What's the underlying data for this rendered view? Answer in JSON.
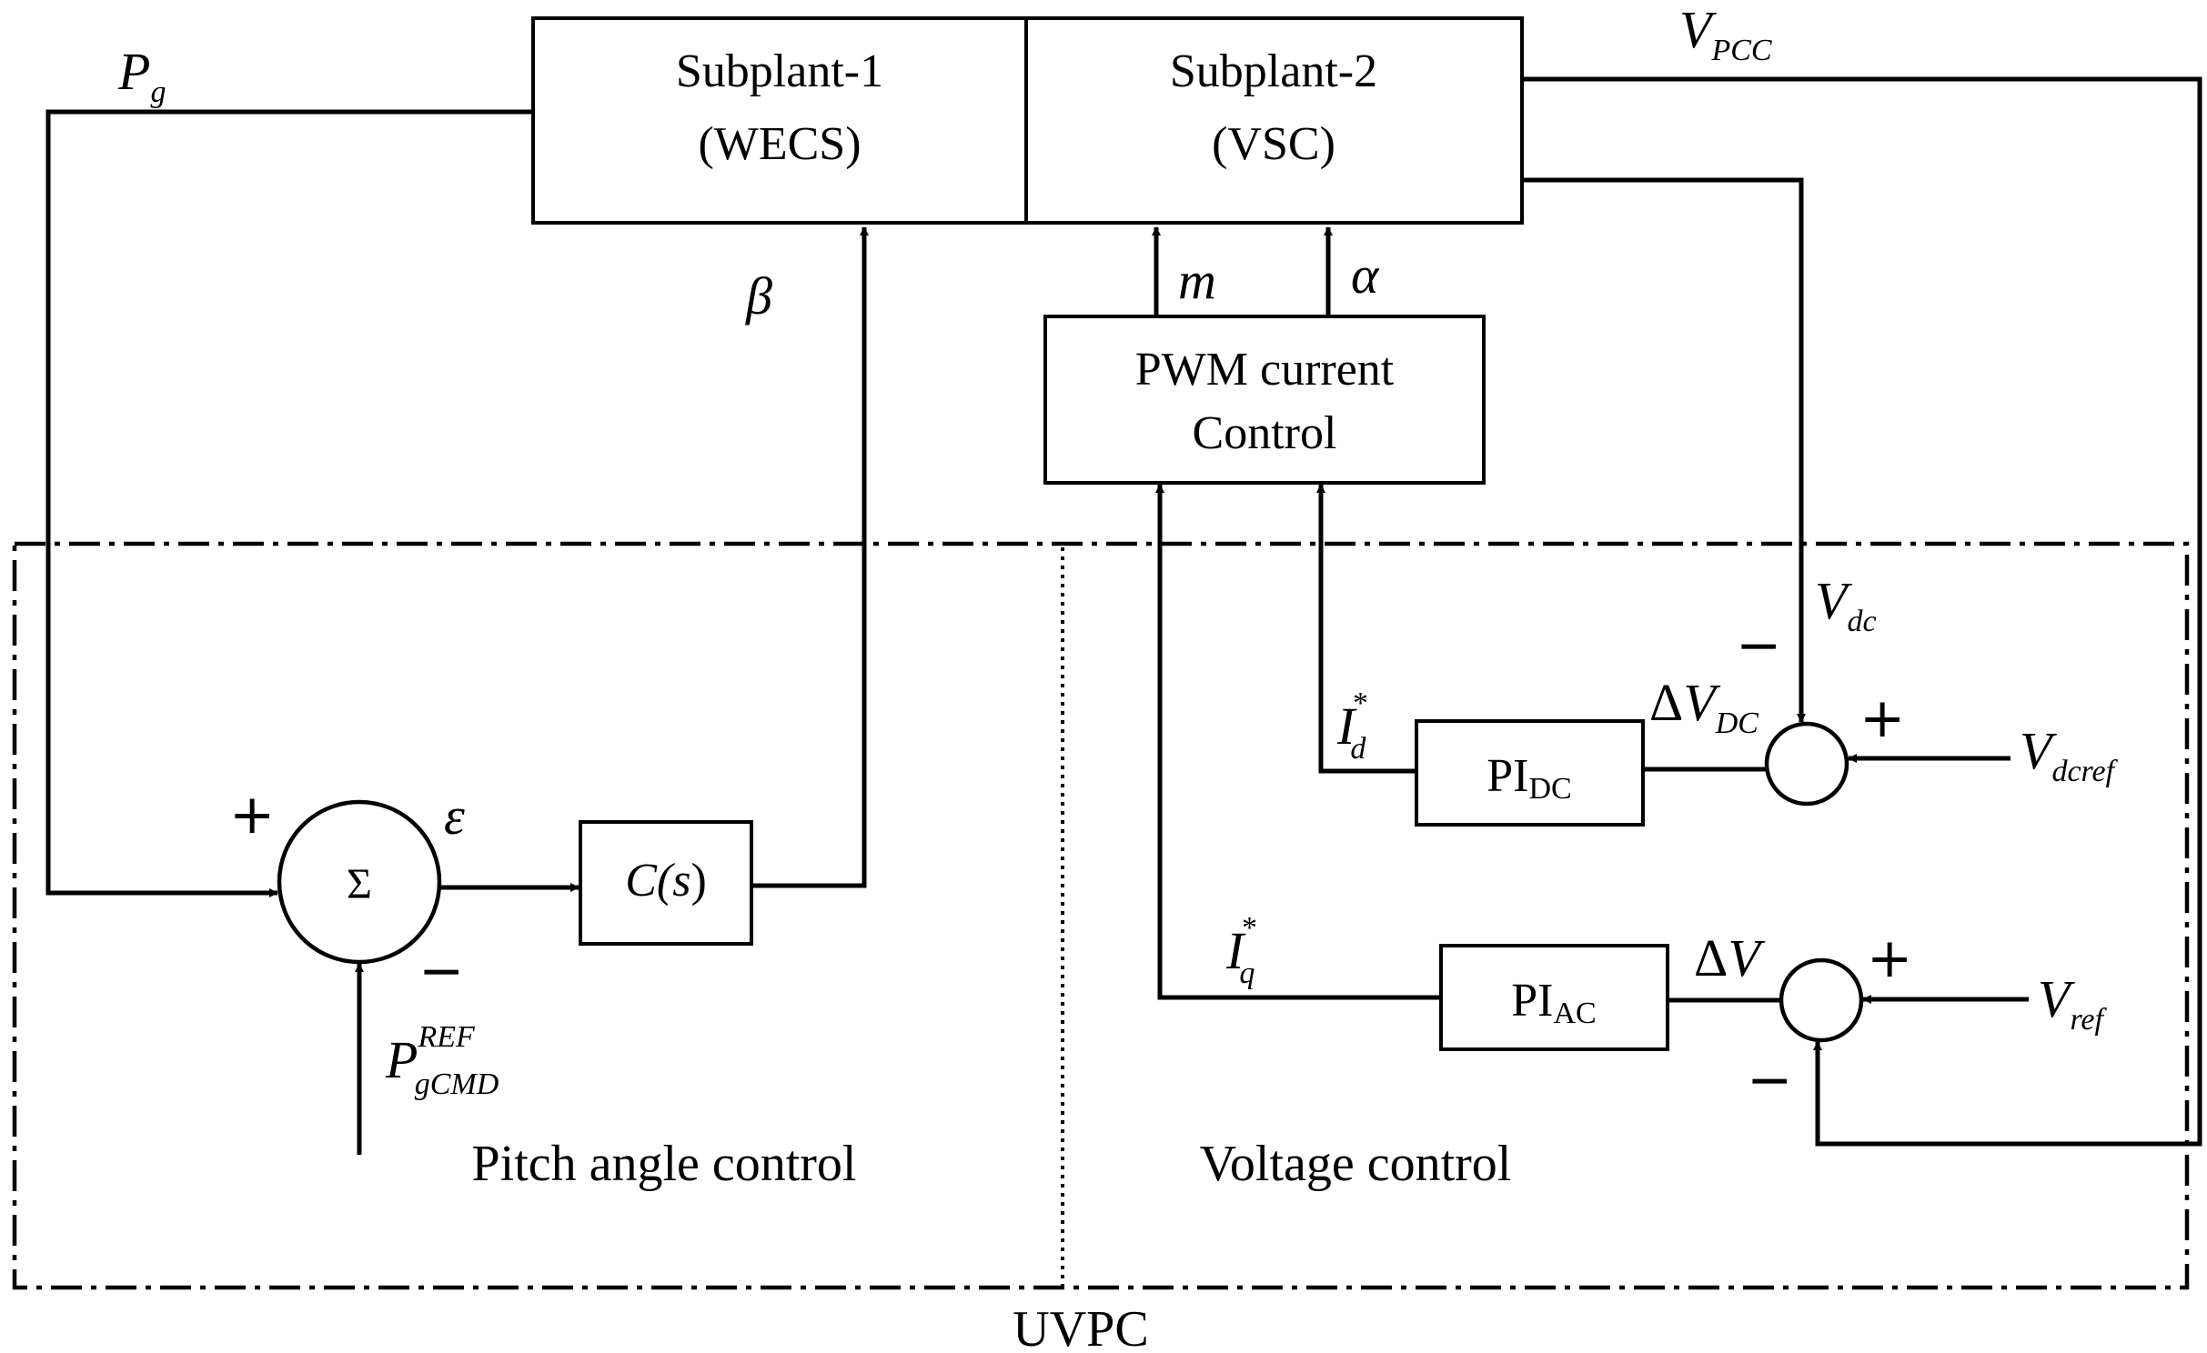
{
  "colors": {
    "stroke": "#000000",
    "background": "#ffffff"
  },
  "blocks": {
    "subplant1": {
      "line1": "Subplant-1",
      "line2": "(WECS)"
    },
    "subplant2": {
      "line1": "Subplant-2",
      "line2": "(VSC)"
    },
    "pwm": {
      "line1": "PWM current",
      "line2": "Control"
    },
    "cs": {
      "prefix": "C(",
      "var": "s",
      "suffix": ")"
    },
    "pidc": {
      "base": "PI",
      "sub": "DC"
    },
    "piac": {
      "base": "PI",
      "sub": "AC"
    },
    "sum": {
      "symbol": "Σ"
    }
  },
  "signals": {
    "pg": {
      "base": "P",
      "sub": "g"
    },
    "vpcc": {
      "base": "V",
      "sub": "PCC"
    },
    "beta": "β",
    "m": "m",
    "alpha": "α",
    "epsilon": "ε",
    "vdc": {
      "base": "V",
      "sub": "dc"
    },
    "id": {
      "base": "I",
      "sup": "*",
      "sub": "d"
    },
    "iq": {
      "base": "I",
      "sup": "*",
      "sub": "q"
    },
    "dvdc": {
      "delta": "Δ",
      "base": "V",
      "sub": "DC"
    },
    "dv": {
      "delta": "Δ",
      "base": "V"
    },
    "vdcref": {
      "base": "V",
      "sub": "dcref"
    },
    "vref": {
      "base": "V",
      "sub": "ref"
    },
    "pgref": {
      "base": "P",
      "sup": "REF",
      "sub": "gCMD"
    }
  },
  "signs": {
    "plus": "+",
    "minus": "−"
  },
  "regions": {
    "pitch": "Pitch angle control",
    "voltage": "Voltage control",
    "uvpc": "UVPC"
  }
}
